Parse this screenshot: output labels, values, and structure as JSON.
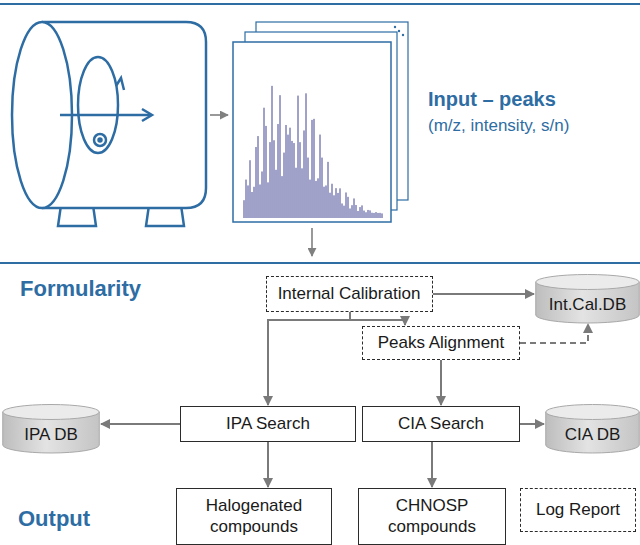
{
  "diagram": {
    "nodes": [
      {
        "text": [
          "Internal Calibration"
        ]
      },
      {
        "text": [
          "Int.Cal.DB"
        ]
      },
      {
        "text": [
          "Peaks Alignment"
        ]
      },
      {
        "text": [
          "IPA DB"
        ]
      },
      {
        "text": [
          "IPA Search"
        ]
      },
      {
        "text": [
          "CIA Search"
        ]
      },
      {
        "text": [
          "CIA DB"
        ]
      },
      {
        "text": [
          "Halogenated compounds"
        ]
      },
      {
        "text": [
          "CHNOSP compounds"
        ]
      },
      {
        "text": [
          "Log Report"
        ]
      }
    ],
    "edges": [
      {
        "from": 0,
        "to": 1,
        "arrow": "to"
      },
      {
        "from": 0,
        "to": 4,
        "arrow": "to"
      },
      {
        "from": 0,
        "to": 2,
        "arrow": "to"
      },
      {
        "from": 2,
        "to": 1,
        "arrow": "to"
      },
      {
        "from": 2,
        "to": 5,
        "arrow": "to"
      },
      {
        "from": 4,
        "to": 3,
        "arrow": "to"
      },
      {
        "from": 5,
        "to": 6,
        "arrow": "to"
      },
      {
        "from": 4,
        "to": 7,
        "arrow": "to"
      },
      {
        "from": 5,
        "to": 8,
        "arrow": "to"
      }
    ],
    "labels": [
      "Input – peaks",
      "(m/z, intensity, s/n)",
      "Formularity",
      "Output"
    ]
  }
}
